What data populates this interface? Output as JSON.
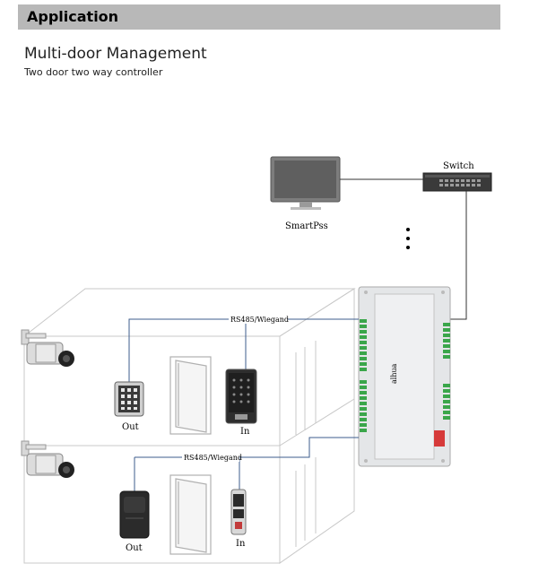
{
  "header": {
    "section": "Application"
  },
  "content": {
    "title": "Multi-door Management",
    "subtitle": "Two door two way controller"
  },
  "diagram": {
    "switch_label": "Switch",
    "pc_label": "SmartPss",
    "bus_label_top": "RS485/Wiegand",
    "bus_label_bottom": "RS485/Wiegand",
    "reader_top_out": "Out",
    "reader_top_in": "In",
    "reader_bottom_out": "Out",
    "reader_bottom_in": "In",
    "controller_brand": "alhua",
    "icons": [
      "monitor-icon",
      "network-switch-icon",
      "cctv-camera-icon",
      "keypad-reader-icon",
      "card-reader-icon",
      "door-icon",
      "access-controller-icon"
    ]
  }
}
